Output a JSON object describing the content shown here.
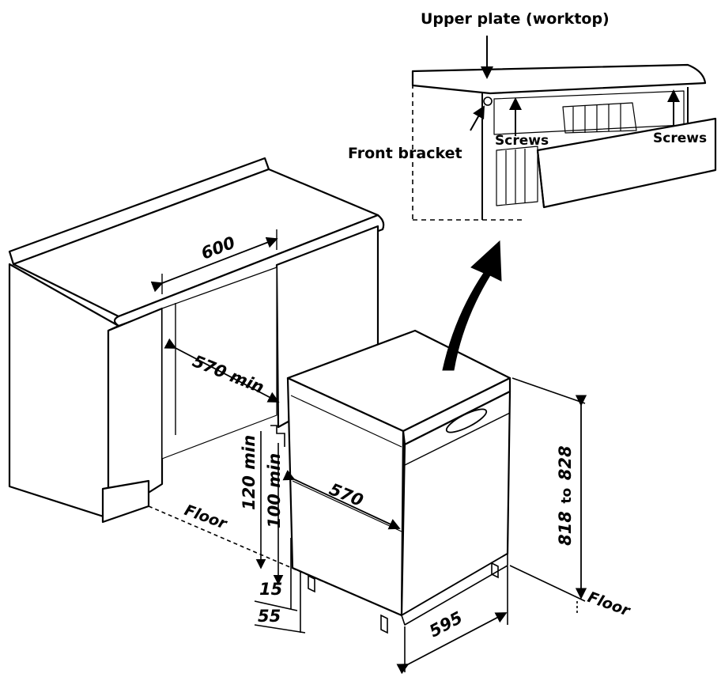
{
  "labels": {
    "upper_plate": "Upper plate (worktop)",
    "front_bracket": "Front bracket",
    "screws_left": "Screws",
    "screws_right": "Screws",
    "floor_left": "Floor",
    "floor_right": "Floor"
  },
  "dimensions": {
    "width_600": "600",
    "depth_570_min": "570 min",
    "height_120_min": "120 min",
    "height_100_min": "100 min",
    "depth_570": "570",
    "foot_15": "15",
    "foot_55": "55",
    "width_595": "595",
    "height_818": "818",
    "height_to": "to",
    "height_828": "828"
  }
}
